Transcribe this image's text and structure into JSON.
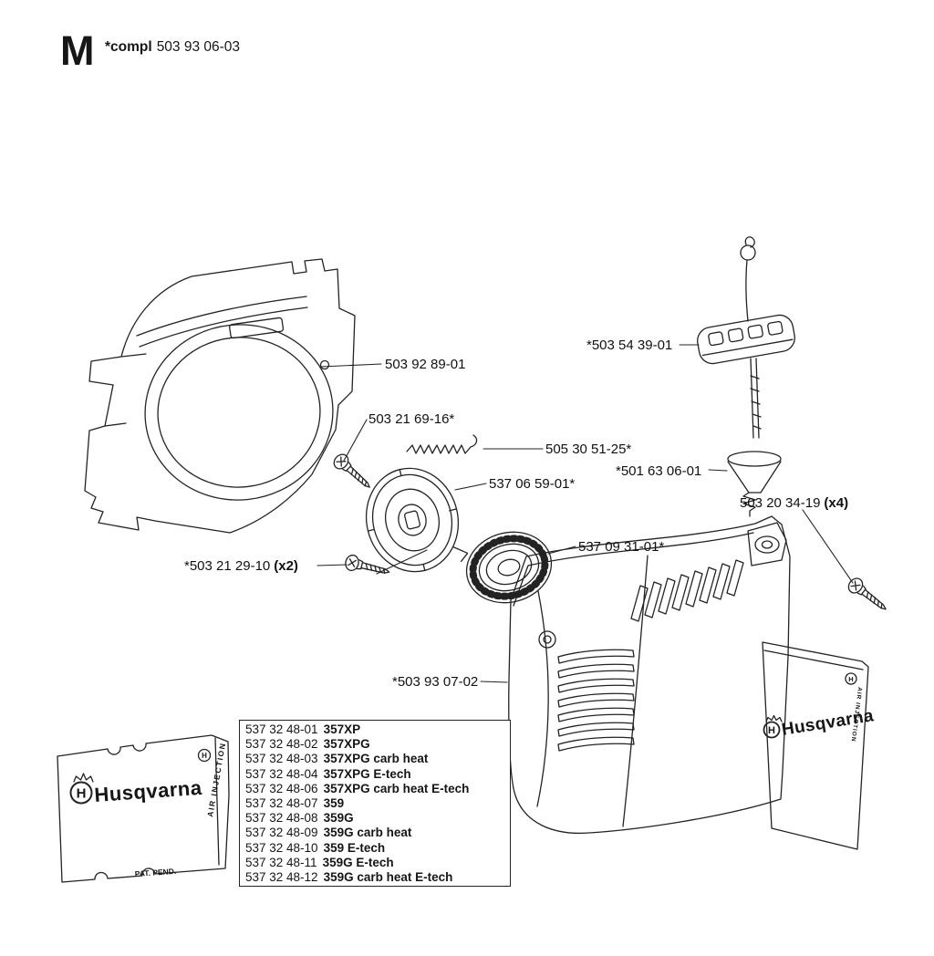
{
  "header": {
    "section_letter": "M",
    "compl_prefix": "*compl",
    "compl_number": "503 93 06-03"
  },
  "part_labels": {
    "housing": {
      "text": "503 92 89-01",
      "qty": ""
    },
    "screw_upper": {
      "text": "503 21 69-16*",
      "qty": ""
    },
    "spring": {
      "text": "505 30 51-25*",
      "qty": ""
    },
    "pulley": {
      "text": "537 06 59-01*",
      "qty": ""
    },
    "handle": {
      "text": "*503 54 39-01",
      "qty": ""
    },
    "cone": {
      "text": "*501 63 06-01",
      "qty": ""
    },
    "screw_right": {
      "text": "503 20 34-19",
      "qty": "(x4)"
    },
    "drum": {
      "text": "537 09 31-01*",
      "qty": ""
    },
    "screw_lower": {
      "text": "*503 21 29-10",
      "qty": "(x2)"
    },
    "cover": {
      "text": "*503 93 07-02",
      "qty": ""
    }
  },
  "parts_table": {
    "rows": [
      {
        "number": "537 32 48-01",
        "model": "357XP"
      },
      {
        "number": "537 32 48-02",
        "model": "357XPG"
      },
      {
        "number": "537 32 48-03",
        "model": "357XPG carb heat"
      },
      {
        "number": "537 32 48-04",
        "model": "357XPG E-tech"
      },
      {
        "number": "537 32 48-06",
        "model": "357XPG carb heat E-tech"
      },
      {
        "number": "537 32 48-07",
        "model": "359"
      },
      {
        "number": "537 32 48-08",
        "model": "359G"
      },
      {
        "number": "537 32 48-09",
        "model": "359G carb heat"
      },
      {
        "number": "537 32 48-10",
        "model": "359 E-tech"
      },
      {
        "number": "537 32 48-11",
        "model": "359G E-tech"
      },
      {
        "number": "537 32 48-12",
        "model": "359G carb heat E-tech"
      }
    ]
  },
  "branding": {
    "brand_name": "Husqvarna",
    "logo_letter": "H",
    "air_injection": "AIR INJECTION",
    "pat_pend": "PAT. PEND."
  },
  "colors": {
    "line": "#232323",
    "background": "#ffffff"
  }
}
